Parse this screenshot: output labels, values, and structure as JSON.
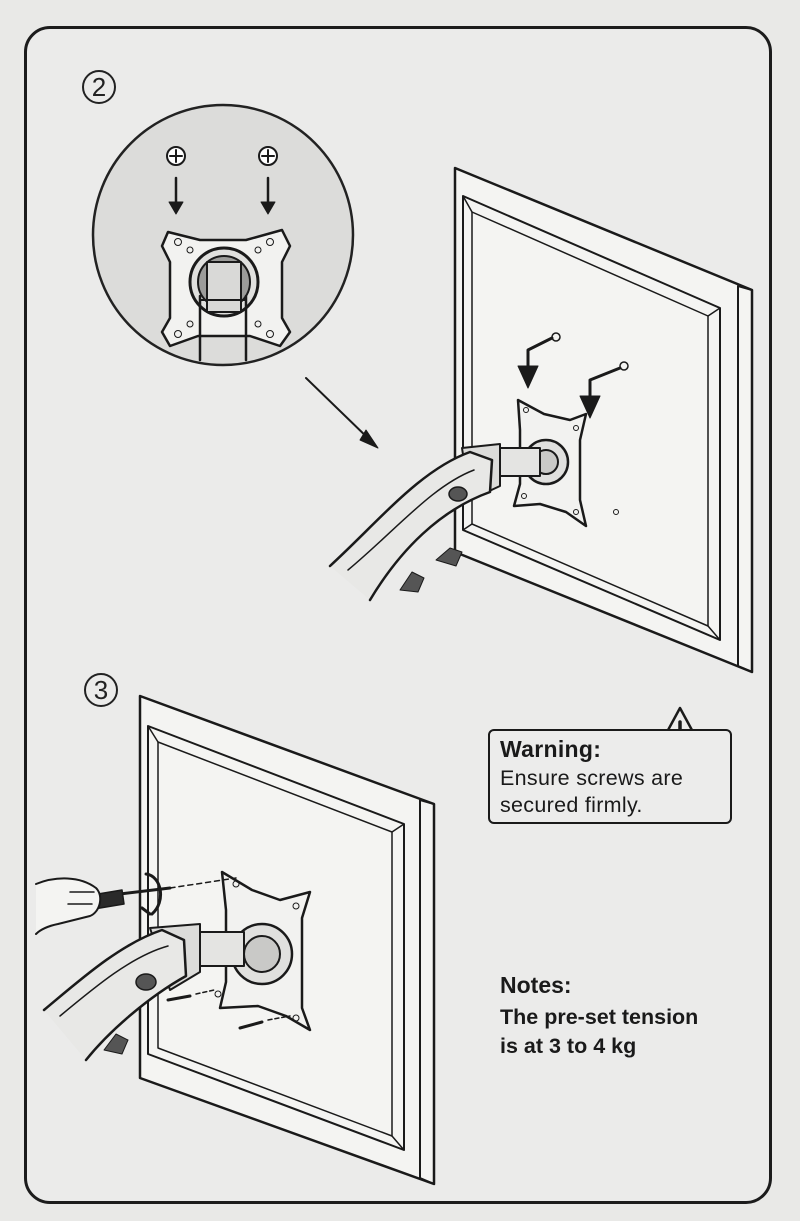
{
  "steps": [
    {
      "label": "2"
    },
    {
      "label": "3"
    }
  ],
  "warning": {
    "title": "Warning:",
    "line1": "Ensure screws are",
    "line2": "secured firmly.",
    "icon": "warning-triangle-icon"
  },
  "notes": {
    "title": "Notes:",
    "line1": "The pre-set tension",
    "line2": "is at 3 to 4 kg"
  },
  "colors": {
    "paper": "#ebebea",
    "ink": "#1a1a1a"
  }
}
